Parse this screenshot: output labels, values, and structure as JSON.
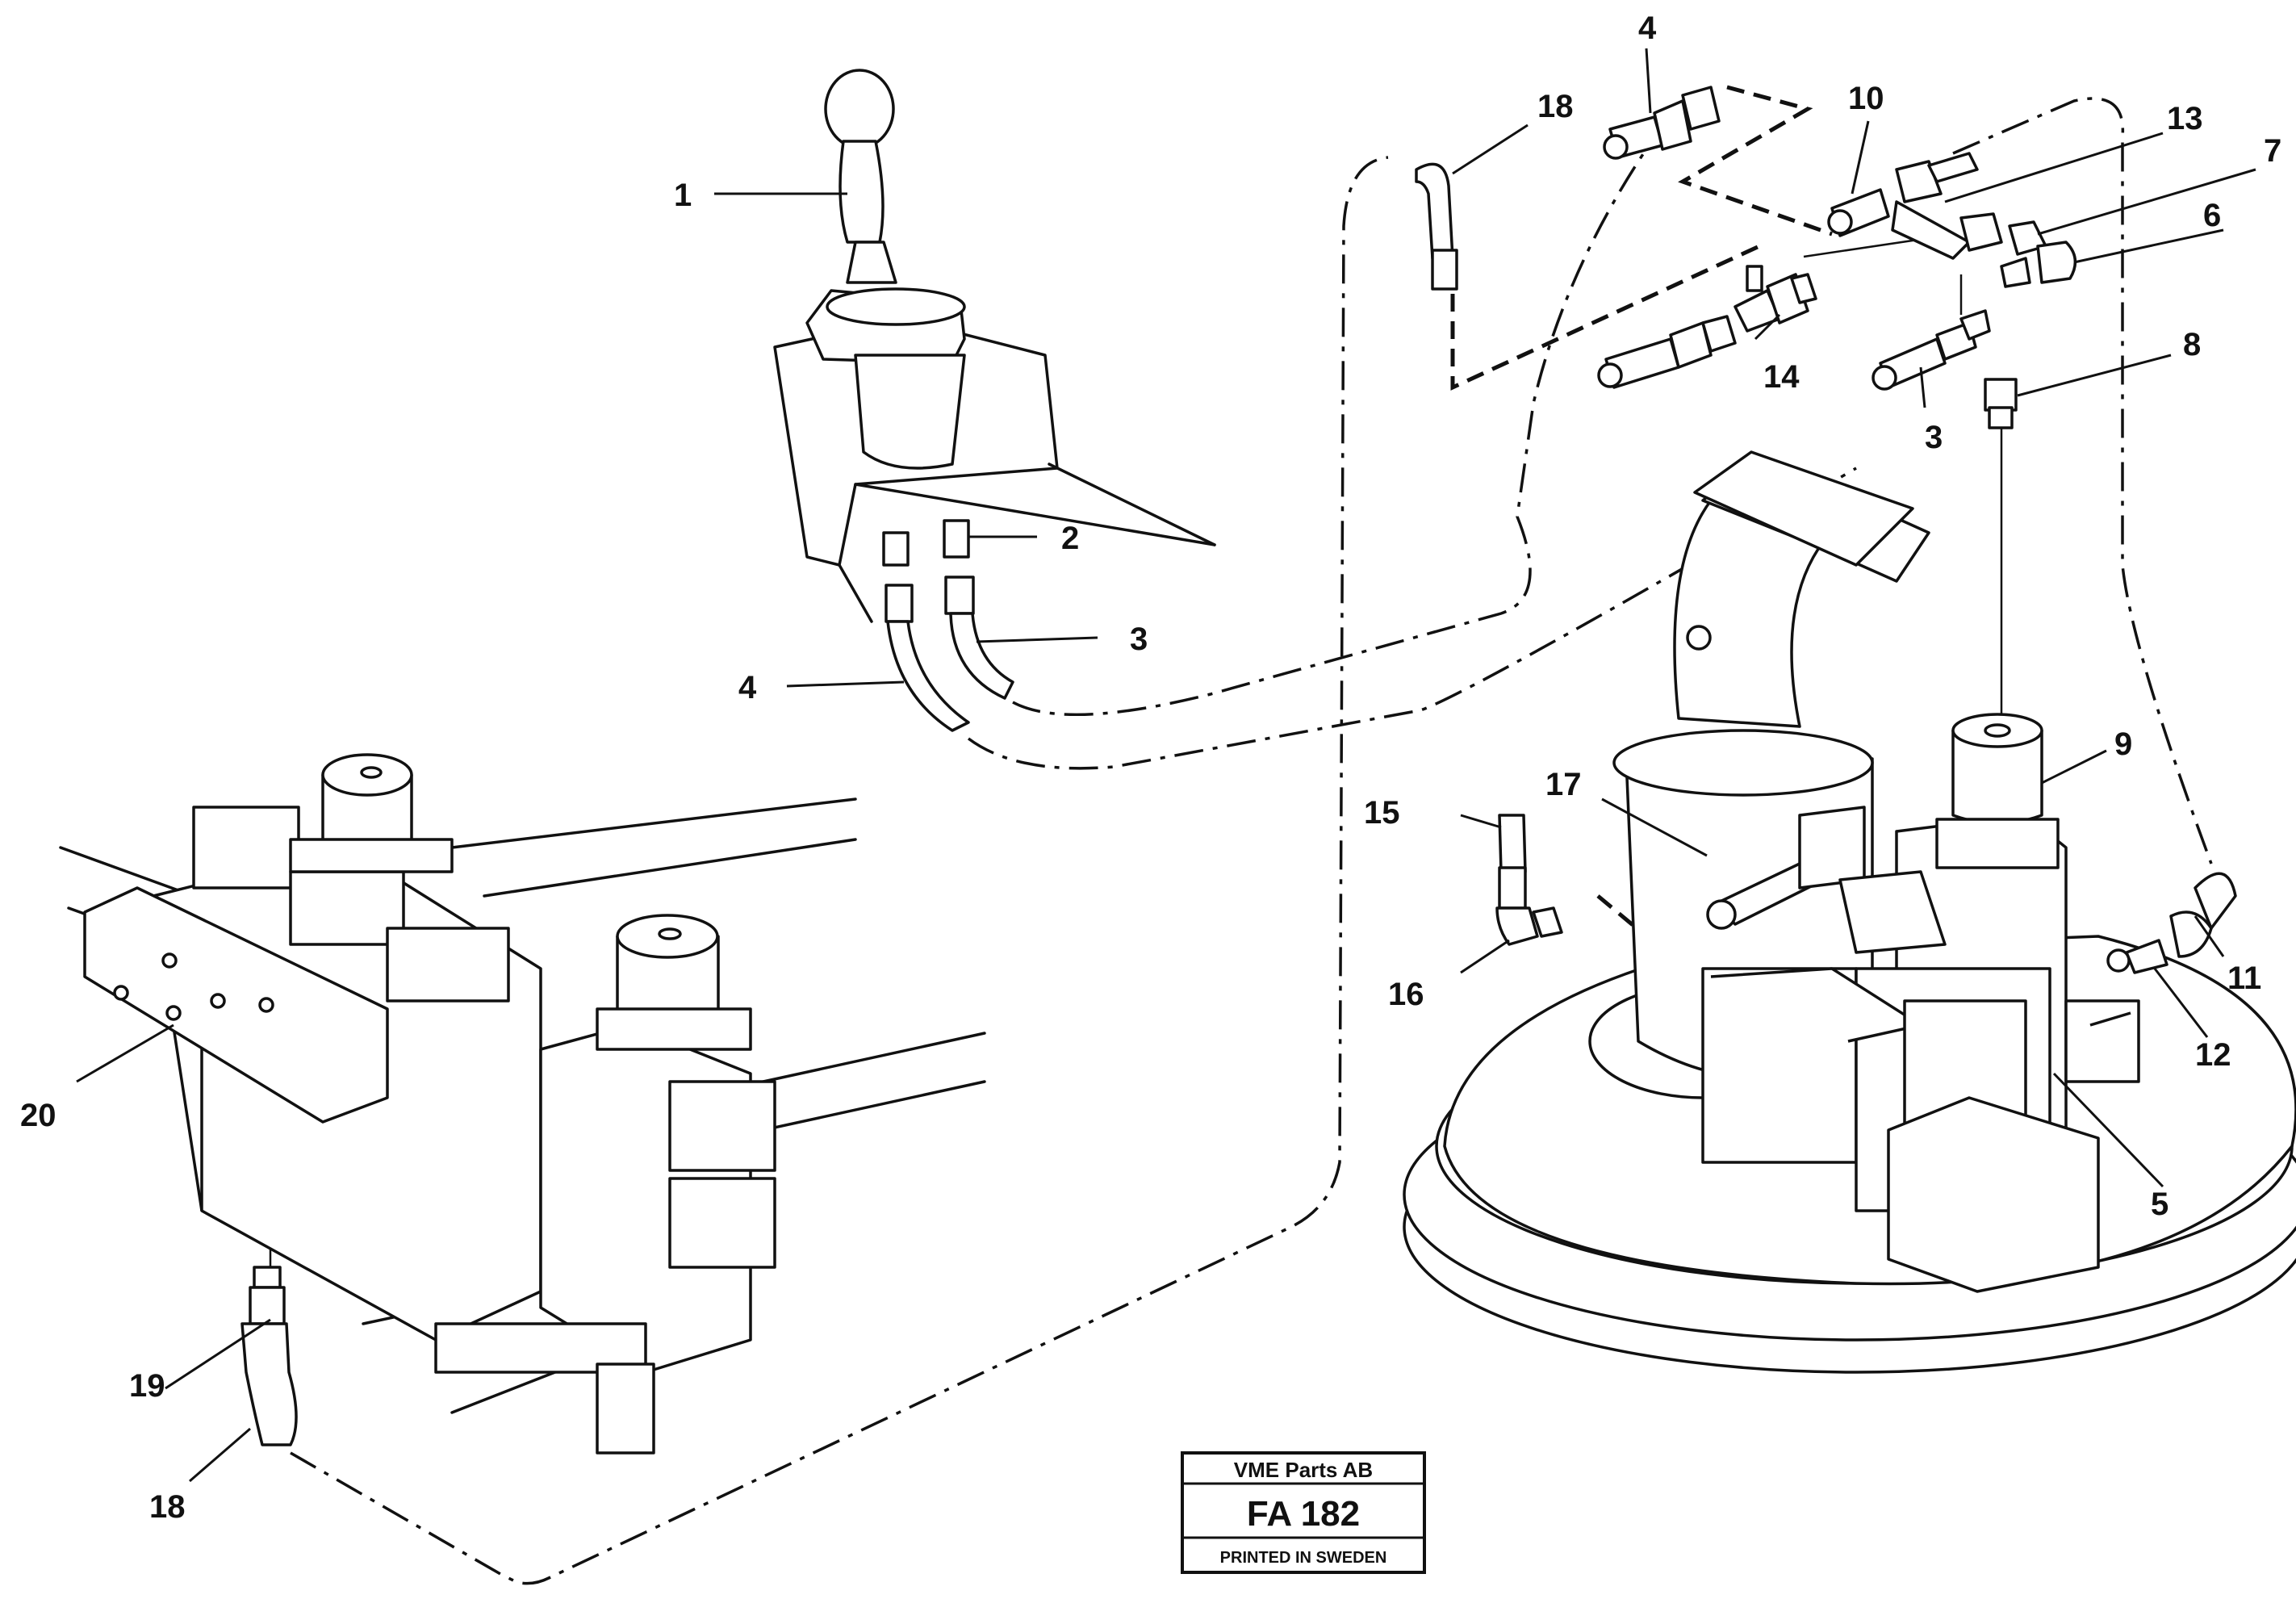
{
  "title_block": {
    "company": "VME Parts AB",
    "figure_code": "FA 182",
    "print_note": "PRINTED IN SWEDEN"
  },
  "callouts": [
    {
      "id": "c1",
      "label": "1"
    },
    {
      "id": "c2",
      "label": "2"
    },
    {
      "id": "c3a",
      "label": "3"
    },
    {
      "id": "c3b",
      "label": "3"
    },
    {
      "id": "c4a",
      "label": "4"
    },
    {
      "id": "c4b",
      "label": "4"
    },
    {
      "id": "c5",
      "label": "5"
    },
    {
      "id": "c6",
      "label": "6"
    },
    {
      "id": "c7",
      "label": "7"
    },
    {
      "id": "c8",
      "label": "8"
    },
    {
      "id": "c9",
      "label": "9"
    },
    {
      "id": "c10",
      "label": "10"
    },
    {
      "id": "c11",
      "label": "11"
    },
    {
      "id": "c12",
      "label": "12"
    },
    {
      "id": "c13",
      "label": "13"
    },
    {
      "id": "c14",
      "label": "14"
    },
    {
      "id": "c15",
      "label": "15"
    },
    {
      "id": "c16",
      "label": "16"
    },
    {
      "id": "c17",
      "label": "17"
    },
    {
      "id": "c18a",
      "label": "18"
    },
    {
      "id": "c18b",
      "label": "18"
    },
    {
      "id": "c19",
      "label": "19"
    },
    {
      "id": "c20",
      "label": "20"
    }
  ]
}
